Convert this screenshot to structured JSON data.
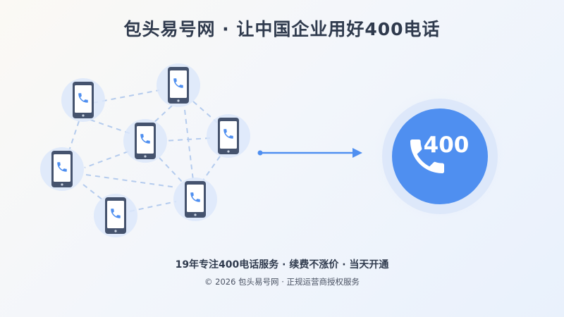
{
  "header": {
    "title": "包头易号网 · 让中国企业用好400电话"
  },
  "hero": {
    "badge_label": "400",
    "phone_icons": "mobile-phone-icon",
    "call_icon": "phone-handset-icon",
    "arrow_icon": "arrow-right-icon"
  },
  "tagline": "19年专注400电话服务 · 续费不涨价 · 当天开通",
  "footer": {
    "copyright": "© 2026 包头易号网 · 正规运营商授权服务"
  },
  "colors": {
    "accent": "#4f8ff0",
    "phone_body": "#45536e",
    "phone_screen": "#ffffff",
    "phone_glyph": "#4f8ff0",
    "halo": "#dce8fa",
    "title_text": "#2f3a4d"
  }
}
